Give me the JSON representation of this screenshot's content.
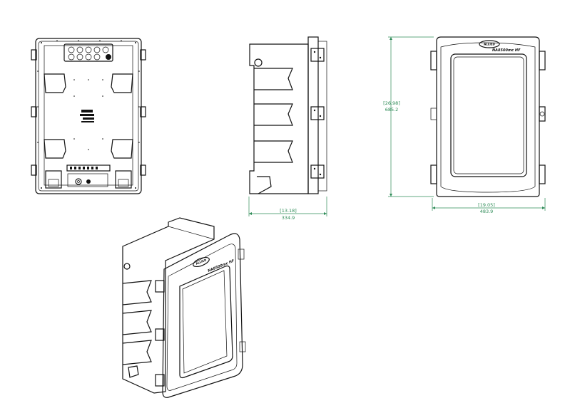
{
  "drawing": {
    "dimensions": {
      "side_depth_in": "[13.18]",
      "side_depth_mm": "334.9",
      "front_height_in": "[26.98]",
      "front_height_mm": "685.2",
      "front_width_in": "[19.05]",
      "front_width_mm": "483.9"
    },
    "front_view": {
      "logo_text": "ALLIED",
      "model_label": "NA8500mc HF"
    },
    "iso_view": {
      "logo_text": "ALLIED",
      "model_label": "NA8500mc HF"
    },
    "dimension_color": "#2e8b57",
    "line_color": "#111111"
  }
}
